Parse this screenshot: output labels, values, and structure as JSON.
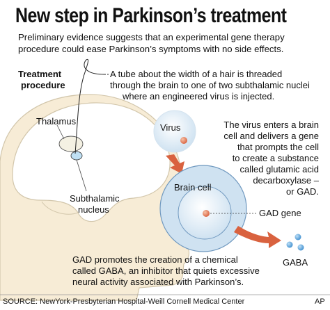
{
  "title": "New step in Parkinson’s treatment",
  "subtitle_lines": [
    "Preliminary evidence suggests that an experimental gene therapy",
    "procedure could ease Parkinson’s symptoms with no side effects."
  ],
  "treatment_label": [
    "Treatment",
    "procedure"
  ],
  "tube_text": [
    "A tube about the width of a hair is threaded",
    "through the brain to one of two subthalamic nuclei",
    "where an engineered virus is injected."
  ],
  "labels": {
    "thalamus": "Thalamus",
    "subthalamic": [
      "Subthalamic",
      "nucleus"
    ],
    "virus": "Virus",
    "brain_cell": "Brain cell",
    "gad_gene": "GAD gene",
    "gaba": "GABA"
  },
  "virus_text": [
    "The virus enters a brain",
    "cell and delivers a gene",
    "that prompts the cell",
    "to create a substance",
    "called glutamic acid",
    "decarboxylase –",
    "or GAD."
  ],
  "gad_text": [
    "GAD promotes the creation of a chemical",
    "called GABA, an inhibitor that quiets excessive",
    "neural activity associated with Parkinson’s."
  ],
  "footer": {
    "source": "SOURCE: NewYork-Presbyterian Hospital-Weill Cornell Medical Center",
    "credit": "AP"
  },
  "colors": {
    "head_fill": "#f7ecd6",
    "cell_fill": "#cfe2f1",
    "cell_outline": "#6f98bf",
    "arrow": "#d9623f",
    "gaba_dot": "#3f8fcf"
  }
}
